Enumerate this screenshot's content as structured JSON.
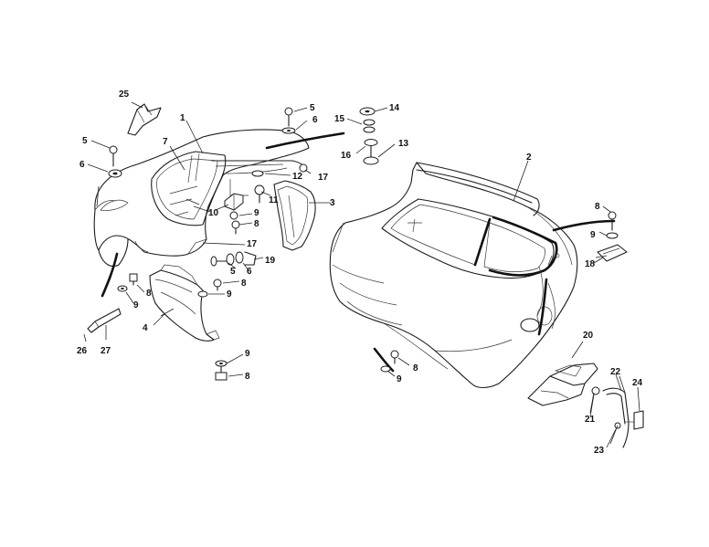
{
  "callouts": [
    {
      "id": "c1",
      "text": "1"
    },
    {
      "id": "c2",
      "text": "2"
    },
    {
      "id": "c3",
      "text": "3"
    },
    {
      "id": "c4",
      "text": "4"
    },
    {
      "id": "c5a",
      "text": "5"
    },
    {
      "id": "c5b",
      "text": "5"
    },
    {
      "id": "c5c",
      "text": "5"
    },
    {
      "id": "c6a",
      "text": "6"
    },
    {
      "id": "c6b",
      "text": "6"
    },
    {
      "id": "c6c",
      "text": "6"
    },
    {
      "id": "c7",
      "text": "7"
    },
    {
      "id": "c8a",
      "text": "8"
    },
    {
      "id": "c8b",
      "text": "8"
    },
    {
      "id": "c8c",
      "text": "8"
    },
    {
      "id": "c8d",
      "text": "8"
    },
    {
      "id": "c8e",
      "text": "8"
    },
    {
      "id": "c8f",
      "text": "8"
    },
    {
      "id": "c9a",
      "text": "9"
    },
    {
      "id": "c9b",
      "text": "9"
    },
    {
      "id": "c9c",
      "text": "9"
    },
    {
      "id": "c9d",
      "text": "9"
    },
    {
      "id": "c9e",
      "text": "9"
    },
    {
      "id": "c9f",
      "text": "9"
    },
    {
      "id": "c10",
      "text": "10"
    },
    {
      "id": "c11",
      "text": "11"
    },
    {
      "id": "c12",
      "text": "12"
    },
    {
      "id": "c13",
      "text": "13"
    },
    {
      "id": "c14",
      "text": "14"
    },
    {
      "id": "c15",
      "text": "15"
    },
    {
      "id": "c16",
      "text": "16"
    },
    {
      "id": "c17a",
      "text": "17"
    },
    {
      "id": "c17b",
      "text": "17"
    },
    {
      "id": "c18",
      "text": "18"
    },
    {
      "id": "c19",
      "text": "19"
    },
    {
      "id": "c20",
      "text": "20"
    },
    {
      "id": "c21",
      "text": "21"
    },
    {
      "id": "c22",
      "text": "22"
    },
    {
      "id": "c23",
      "text": "23"
    },
    {
      "id": "c24",
      "text": "24"
    },
    {
      "id": "c25",
      "text": "25"
    },
    {
      "id": "c26",
      "text": "26"
    },
    {
      "id": "c27",
      "text": "27"
    }
  ]
}
